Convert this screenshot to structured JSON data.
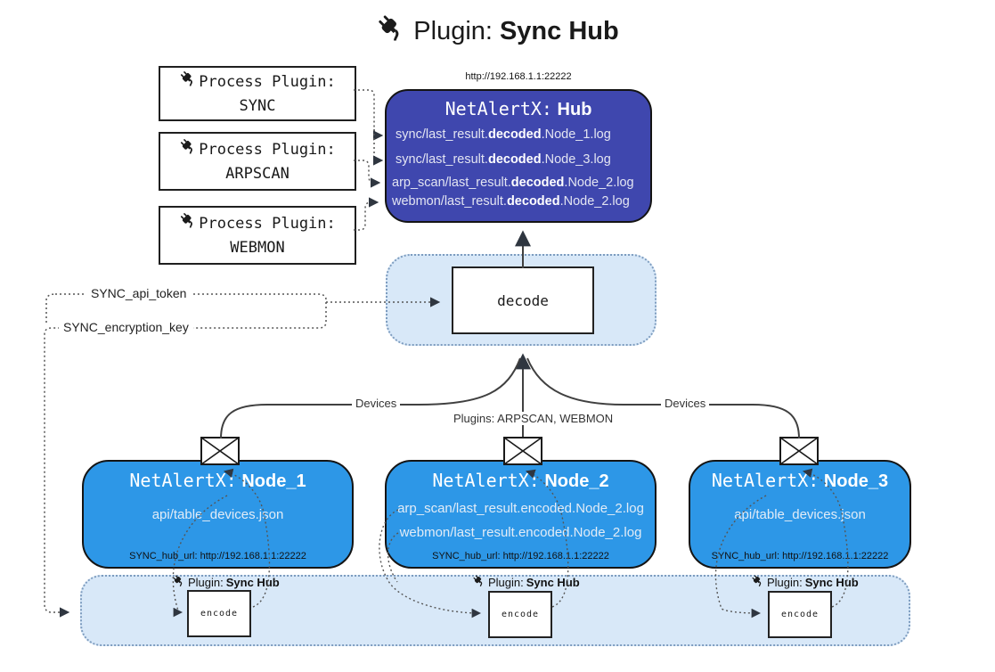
{
  "diagram_title": {
    "prefix": "Plugin:",
    "name": "Sync Hub"
  },
  "colors": {
    "hub_fill": "#3F47AE",
    "node_fill": "#2D97E7",
    "panel_fill": "#D8E8F8",
    "panel_border": "#7D9CBF",
    "solid_line": "#404040",
    "dotted_line": "#555555"
  },
  "process_plugins": [
    {
      "label": "Process Plugin:",
      "name": "SYNC"
    },
    {
      "label": "Process Plugin:",
      "name": "ARPSCAN"
    },
    {
      "label": "Process Plugin:",
      "name": "WEBMON"
    }
  ],
  "hub": {
    "url": "http://192.168.1.1:22222",
    "title_prefix": "NetAlertX:",
    "title_name": "Hub",
    "log_lines": [
      {
        "pre": "sync/last_result.",
        "bold": "decoded",
        "post": ".Node_1.log"
      },
      {
        "pre": "sync/last_result.",
        "bold": "decoded",
        "post": ".Node_3.log"
      },
      {
        "pre": "arp_scan/last_result.",
        "bold": "decoded",
        "post": ".Node_2.log"
      },
      {
        "pre": "webmon/last_result.",
        "bold": "decoded",
        "post": ".Node_2.log"
      }
    ]
  },
  "decode_panel": {
    "box_label": "decode"
  },
  "config_labels": {
    "api_token": "SYNC_api_token",
    "encryption_key": "SYNC_encryption_key"
  },
  "edge_labels": {
    "devices_left": "Devices",
    "plugins_middle": "Plugins: ARPSCAN, WEBMON",
    "devices_right": "Devices"
  },
  "nodes": [
    {
      "title_prefix": "NetAlertX:",
      "title_name": "Node_1",
      "files": [
        "api/table_devices.json"
      ],
      "hub_url": "SYNC_hub_url: http://192.168.1.1:22222",
      "plugin_prefix": "Plugin:",
      "plugin_name": "Sync Hub",
      "encode_label": "encode"
    },
    {
      "title_prefix": "NetAlertX:",
      "title_name": "Node_2",
      "files": [
        "arp_scan/last_result.encoded.Node_2.log",
        "webmon/last_result.encoded.Node_2.log"
      ],
      "hub_url": "SYNC_hub_url: http://192.168.1.1:22222",
      "plugin_prefix": "Plugin:",
      "plugin_name": "Sync Hub",
      "encode_label": "encode"
    },
    {
      "title_prefix": "NetAlertX:",
      "title_name": "Node_3",
      "files": [
        "api/table_devices.json"
      ],
      "hub_url": "SYNC_hub_url: http://192.168.1.1:22222",
      "plugin_prefix": "Plugin:",
      "plugin_name": "Sync Hub",
      "encode_label": "encode"
    }
  ]
}
